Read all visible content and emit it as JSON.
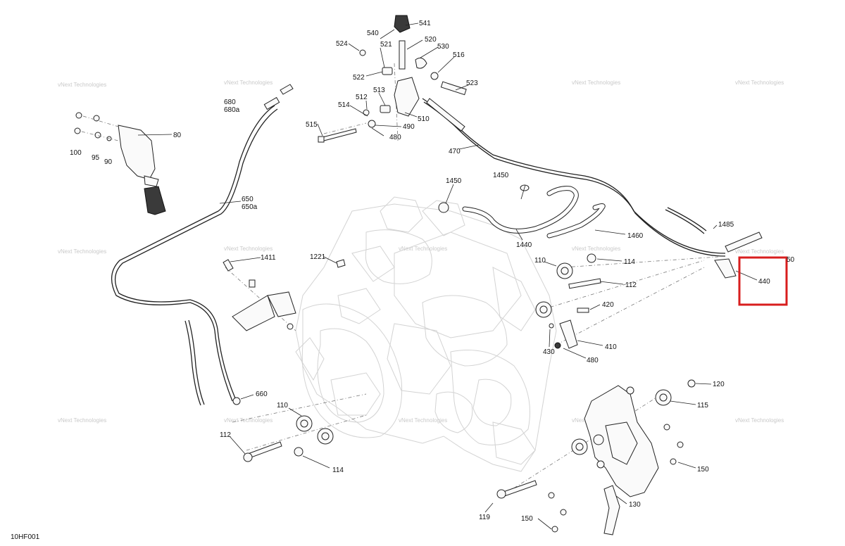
{
  "diagram_code": "10HF001",
  "watermark": "vNext Technologies",
  "highlight_color": "#d81e1e",
  "callouts": {
    "c540": "540",
    "c541": "541",
    "c520": "520",
    "c530": "530",
    "c524": "524",
    "c521": "521",
    "c516": "516",
    "c522": "522",
    "c523": "523",
    "c513": "513",
    "c512": "512",
    "c514": "514",
    "c510": "510",
    "c490": "490",
    "c515": "515",
    "c480a": "480",
    "c470": "470",
    "c680": "680",
    "c680a": "680a",
    "c80": "80",
    "c100": "100",
    "c95": "95",
    "c90": "90",
    "c650": "650",
    "c650a": "650a",
    "c1450a": "1450",
    "c1450b": "1450",
    "c1440": "1440",
    "c1460": "1460",
    "c1485": "1485",
    "c1221": "1221",
    "c1411": "1411",
    "c110a": "110",
    "c114a": "114",
    "c112a": "112",
    "c50": "50",
    "c440": "440",
    "c420": "420",
    "c430": "430",
    "c410": "410",
    "c480b": "480",
    "c660": "660",
    "c110b": "110",
    "c112b": "112",
    "c114b": "114",
    "c120": "120",
    "c115": "115",
    "c150a": "150",
    "c130": "130",
    "c119": "119",
    "c150b": "150"
  }
}
